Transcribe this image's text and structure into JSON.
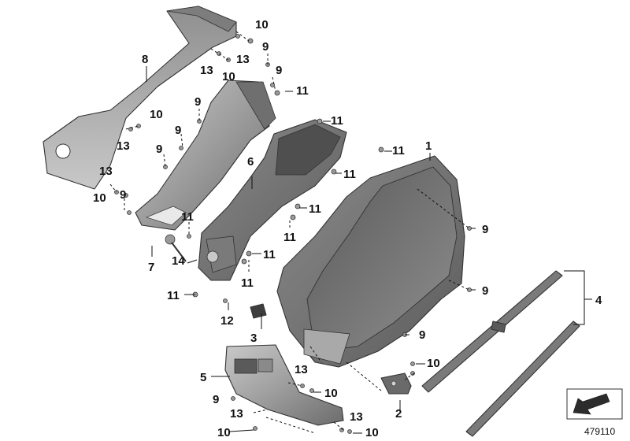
{
  "diagram": {
    "catalog_number": "479110",
    "colors": {
      "part_fill": "#a8a8a8",
      "part_dark": "#6f6f6f",
      "part_light": "#d4d4d4",
      "line": "#111111"
    },
    "callouts": [
      "1",
      "2",
      "3",
      "4",
      "5",
      "6",
      "7",
      "8",
      "9",
      "10",
      "11",
      "12",
      "13",
      "14"
    ],
    "labels": [
      "10",
      "13",
      "9",
      "8",
      "13",
      "10",
      "9",
      "11",
      "9",
      "10",
      "13",
      "9",
      "11",
      "9",
      "11",
      "1",
      "6",
      "13",
      "10",
      "9",
      "11",
      "11",
      "11",
      "9",
      "11",
      "11",
      "14",
      "7",
      "11",
      "11",
      "9",
      "12",
      "3",
      "4",
      "9",
      "5",
      "13",
      "10",
      "10",
      "9",
      "2",
      "13",
      "10",
      "13",
      "10"
    ]
  }
}
